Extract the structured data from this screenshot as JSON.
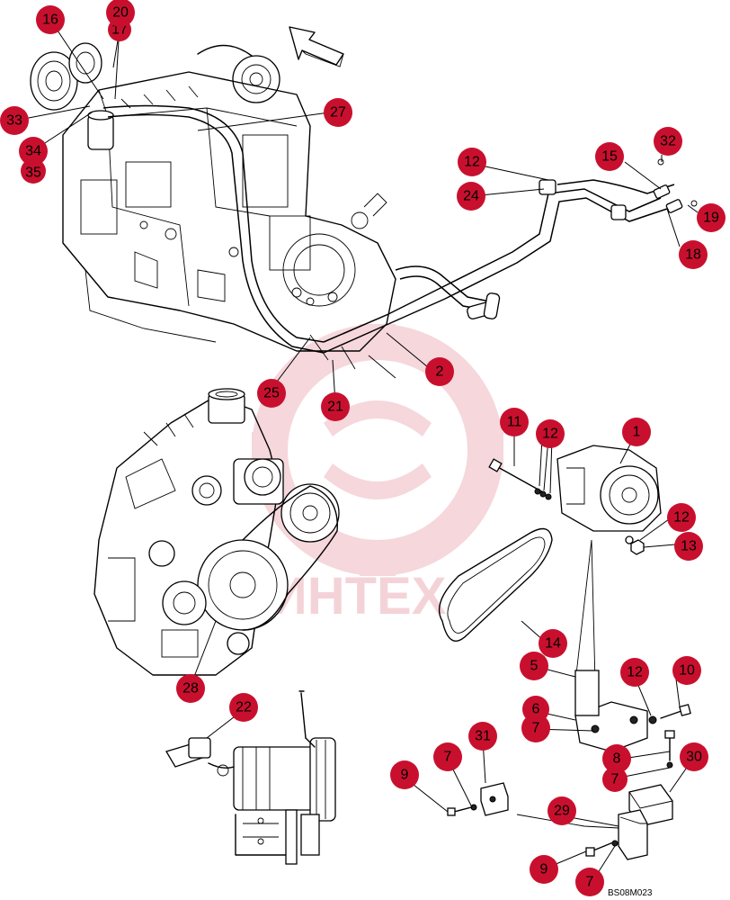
{
  "figure": {
    "code": "BS08M023",
    "watermark_text": "ИНТЕХ",
    "colors": {
      "callout": "#c8102e",
      "line": "#000000",
      "watermark": "#c8102e"
    },
    "direction_arrow_icon": "front-direction-arrow-icon"
  },
  "callouts": [
    {
      "id": "c16",
      "label": "16"
    },
    {
      "id": "c20",
      "label": "20"
    },
    {
      "id": "c17",
      "label": "17"
    },
    {
      "id": "c33",
      "label": "33"
    },
    {
      "id": "c34",
      "label": "34"
    },
    {
      "id": "c35",
      "label": "35"
    },
    {
      "id": "c27",
      "label": "27"
    },
    {
      "id": "c12a",
      "label": "12"
    },
    {
      "id": "c24",
      "label": "24"
    },
    {
      "id": "c15",
      "label": "15"
    },
    {
      "id": "c32",
      "label": "32"
    },
    {
      "id": "c19",
      "label": "19"
    },
    {
      "id": "c18",
      "label": "18"
    },
    {
      "id": "c2",
      "label": "2"
    },
    {
      "id": "c25",
      "label": "25"
    },
    {
      "id": "c21",
      "label": "21"
    },
    {
      "id": "c11",
      "label": "11"
    },
    {
      "id": "c12b",
      "label": "12"
    },
    {
      "id": "c1",
      "label": "1"
    },
    {
      "id": "c12c",
      "label": "12"
    },
    {
      "id": "c13",
      "label": "13"
    },
    {
      "id": "c14",
      "label": "14"
    },
    {
      "id": "c5",
      "label": "5"
    },
    {
      "id": "c12d",
      "label": "12"
    },
    {
      "id": "c10",
      "label": "10"
    },
    {
      "id": "c6",
      "label": "6"
    },
    {
      "id": "c7a",
      "label": "7"
    },
    {
      "id": "c28",
      "label": "28"
    },
    {
      "id": "c22",
      "label": "22"
    },
    {
      "id": "c8",
      "label": "8"
    },
    {
      "id": "c7b",
      "label": "7"
    },
    {
      "id": "c30",
      "label": "30"
    },
    {
      "id": "c31",
      "label": "31"
    },
    {
      "id": "c7c",
      "label": "7"
    },
    {
      "id": "c9a",
      "label": "9"
    },
    {
      "id": "c29",
      "label": "29"
    },
    {
      "id": "c9b",
      "label": "9"
    },
    {
      "id": "c7d",
      "label": "7"
    }
  ]
}
